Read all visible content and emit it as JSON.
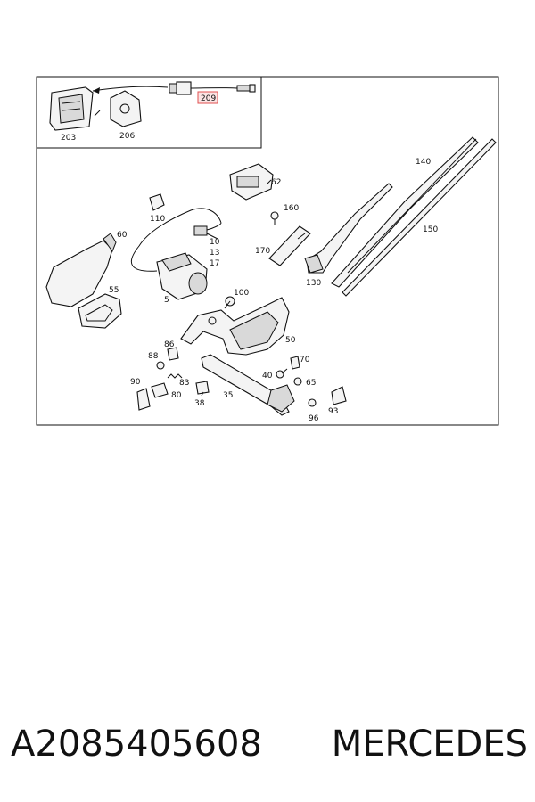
{
  "caption": {
    "part_number": "A2085405608",
    "brand": "MERCEDES"
  },
  "labels": {
    "l203": "203",
    "l206": "206",
    "l209": "209",
    "l62": "62",
    "l110": "110",
    "l10": "10",
    "l13": "13",
    "l17": "17",
    "l60": "60",
    "l55": "55",
    "l5": "5",
    "l100": "100",
    "l160": "160",
    "l170": "170",
    "l130": "130",
    "l140": "140",
    "l150": "150",
    "l50": "50",
    "l86": "86",
    "l88": "88",
    "l83": "83",
    "l90": "90",
    "l80": "80",
    "l38": "38",
    "l35": "35",
    "l70": "70",
    "l40": "40",
    "l65": "65",
    "l96": "96",
    "l93": "93"
  },
  "colors": {
    "highlight": "#e05050",
    "highlight_fill": "#fbe3e3",
    "line": "#111111"
  }
}
